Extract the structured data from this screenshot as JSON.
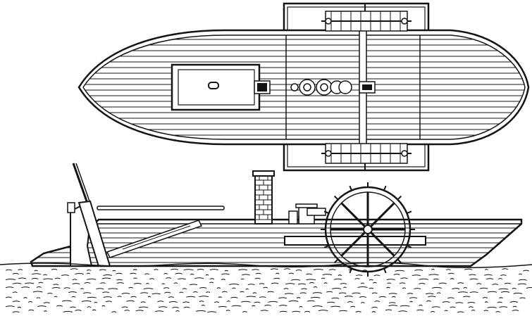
{
  "figure": {
    "kind": "engraved technical drawing",
    "views": [
      "plan",
      "elevation"
    ],
    "colors": {
      "ink": "#141414",
      "paper": "#ffffff"
    },
    "visible_text": []
  }
}
